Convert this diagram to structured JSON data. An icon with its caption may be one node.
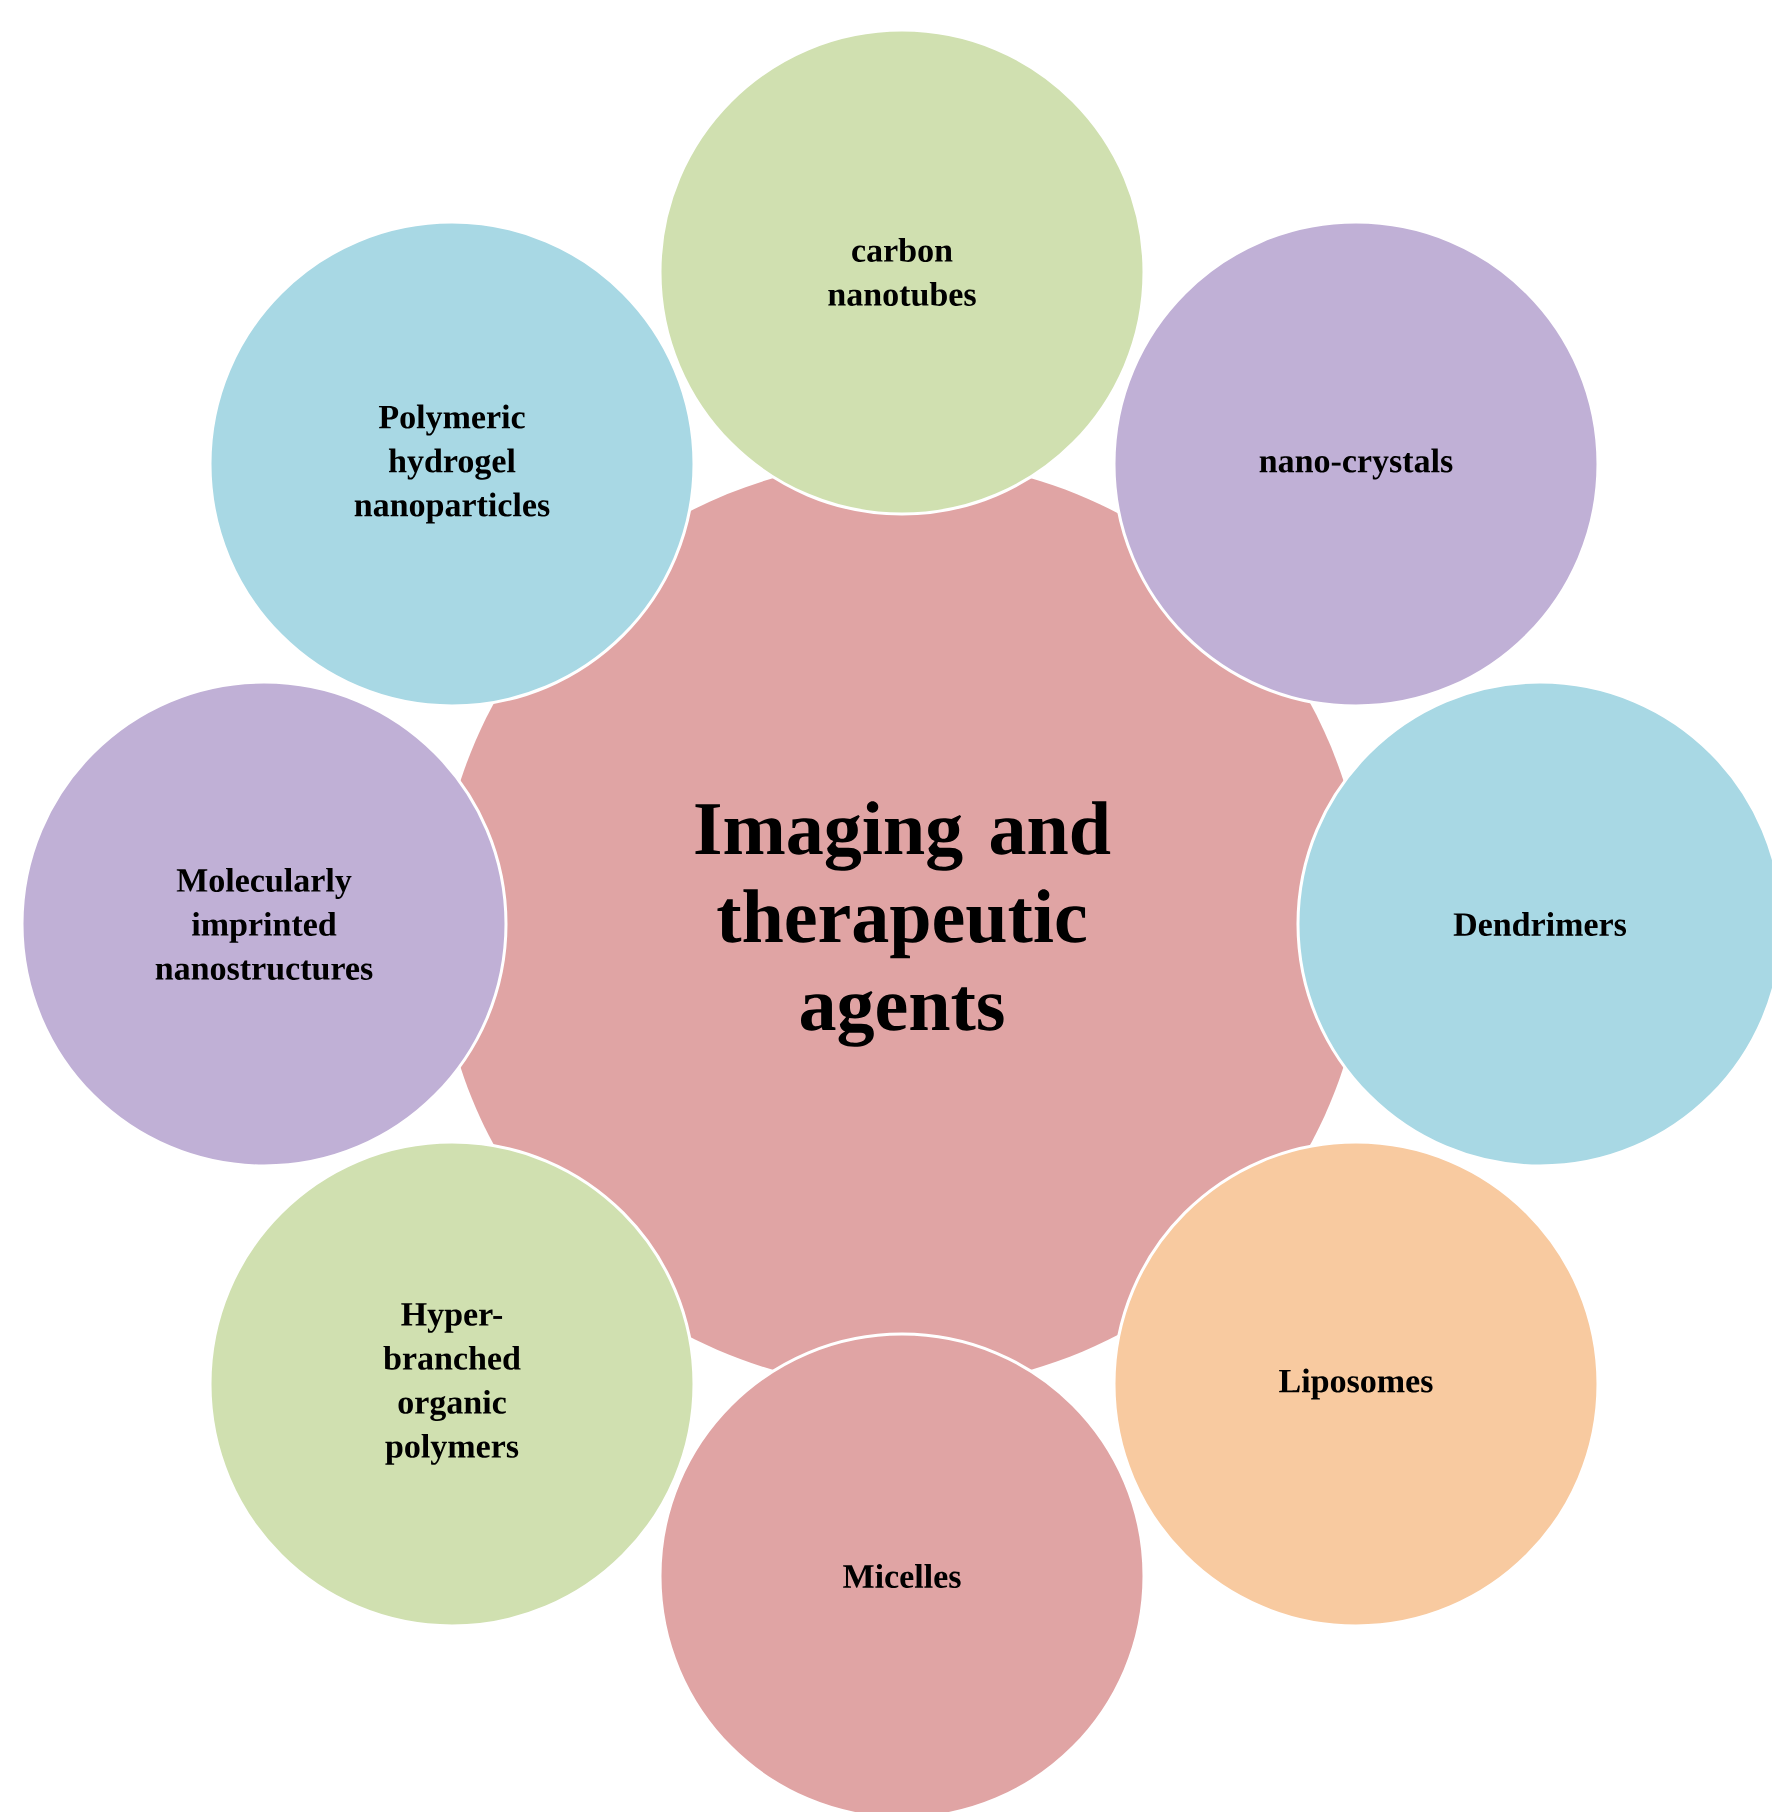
{
  "diagram": {
    "nodes": [
      {
        "text": [
          "Imaging and therapeutic agents"
        ]
      },
      {
        "text": [
          "carbon nanotubes"
        ]
      },
      {
        "text": [
          "nano-crystals"
        ]
      },
      {
        "text": [
          "Dendrimers"
        ]
      },
      {
        "text": [
          "Liposomes"
        ]
      },
      {
        "text": [
          "Micelles"
        ]
      },
      {
        "text": [
          "Hyper-branched organic polymers"
        ]
      },
      {
        "text": [
          "Molecularly imprinted nanostructures"
        ]
      },
      {
        "text": [
          "Polymeric hydrogel nanoparticles"
        ]
      }
    ]
  }
}
